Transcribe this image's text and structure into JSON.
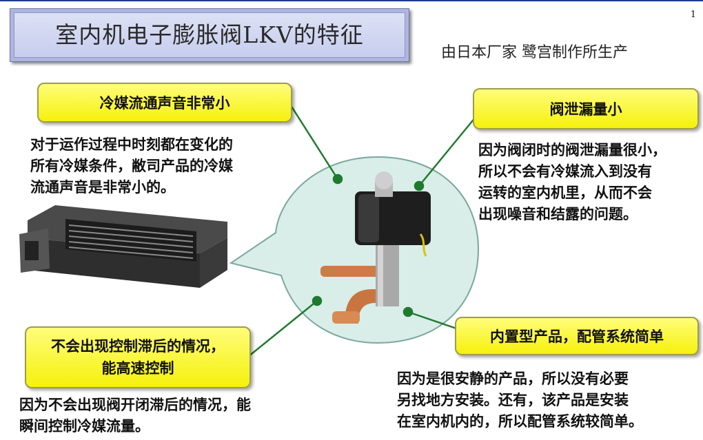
{
  "page_number": "1",
  "title": "室内机电子膨胀阀LKV的特征",
  "manufacturer": "由日本厂家 鹭宫制作所生产",
  "features": [
    {
      "label": "冷媒流通声音非常小",
      "text": "对于运作过程中时刻都在变化的\n所有冷媒条件，敝司产品的冷媒\n流通声音是非常小的。"
    },
    {
      "label": "阀泄漏量小",
      "text": "因为阀闭时的阀泄漏量很小，\n所以不会有冷媒流入到没有\n运转的室内机里，从而不会\n出现噪音和结露的问题。"
    },
    {
      "label": "不会出现控制滞后的情况，\n能高速控制",
      "text": "因为不会出现阀开闭滞后的情况，能\n瞬间控制冷媒流量。"
    },
    {
      "label": "内置型产品，配管系统简单",
      "text": "因为是很安静的产品，所以没有必要\n另找地方安装。还有，该产品是安装\n在室内机内的，所以配管系统较简单。"
    }
  ],
  "colors": {
    "label_fill": "#f8f41a",
    "connector": "#1f7a2e",
    "callout": "#d8efe9"
  }
}
